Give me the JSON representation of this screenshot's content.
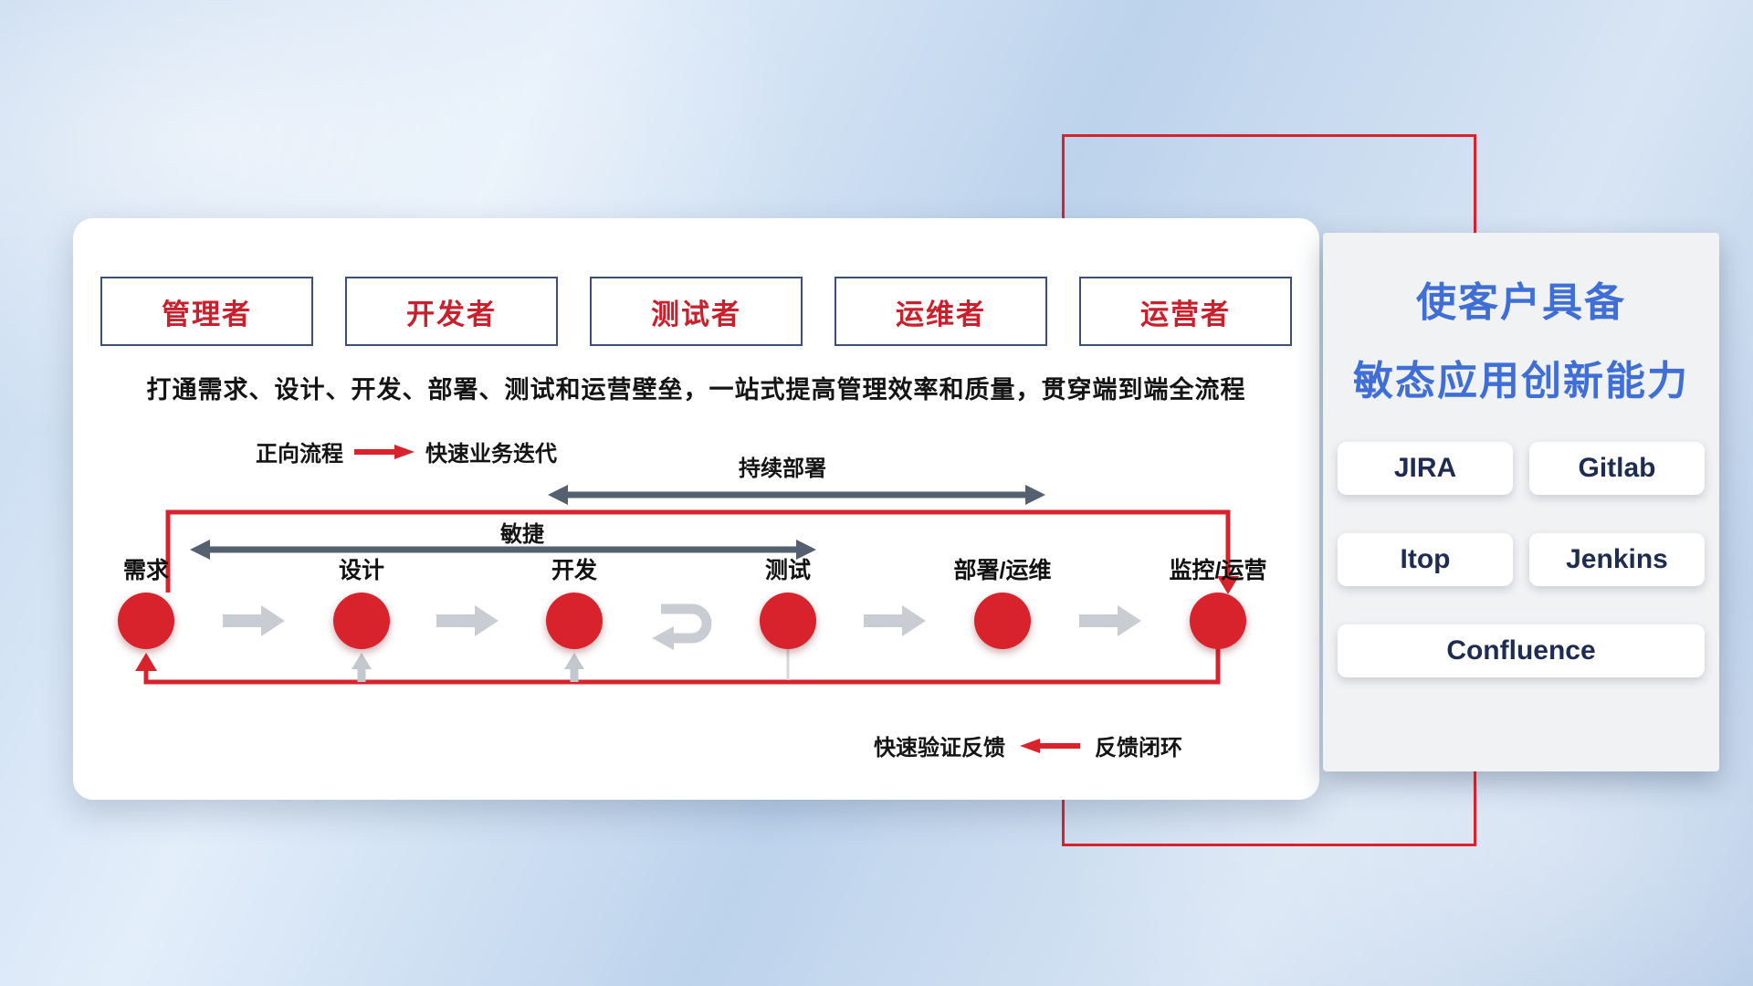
{
  "colors": {
    "red": "#d8232d",
    "navy_border": "#3d4e78",
    "slate_arrow": "#54606f",
    "gray_arrow": "#c9cdd3",
    "title_blue": "#3e6ed6",
    "tool_text": "#1e2c52"
  },
  "roles": [
    "管理者",
    "开发者",
    "测试者",
    "运维者",
    "运营者"
  ],
  "description": "打通需求、设计、开发、部署、测试和运营壁垒，一站式提高管理效率和质量，贯穿端到端全流程",
  "legend": {
    "forward_label": "正向流程",
    "forward_text": "快速业务迭代",
    "feedback_text": "快速验证反馈",
    "feedback_label": "反馈闭环"
  },
  "flow_labels": {
    "continuous_deployment": "持续部署",
    "agile": "敏捷"
  },
  "nodes": [
    "需求",
    "设计",
    "开发",
    "测试",
    "部署/运维",
    "监控/运营"
  ],
  "right_panel": {
    "title_line1": "使客户具备",
    "title_line2": "敏态应用创新能力",
    "tools": [
      "JIRA",
      "Gitlab",
      "Itop",
      "Jenkins",
      "Confluence"
    ]
  }
}
